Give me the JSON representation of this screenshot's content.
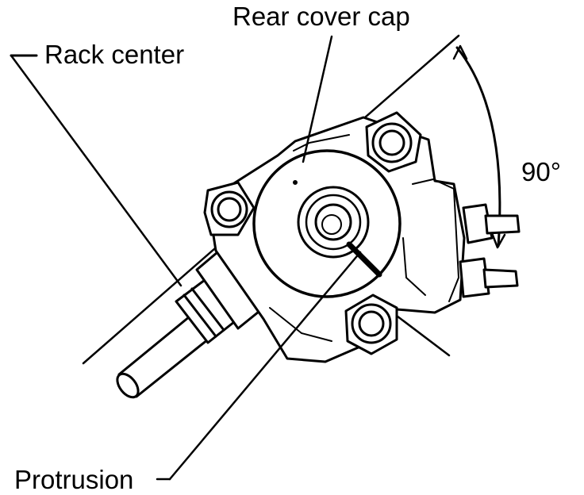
{
  "labels": {
    "rear_cover_cap": "Rear cover cap",
    "rack_center": "Rack center",
    "angle": "90°",
    "protrusion": "Protrusion"
  },
  "colors": {
    "line": "#000000",
    "fill": "#ffffff"
  }
}
